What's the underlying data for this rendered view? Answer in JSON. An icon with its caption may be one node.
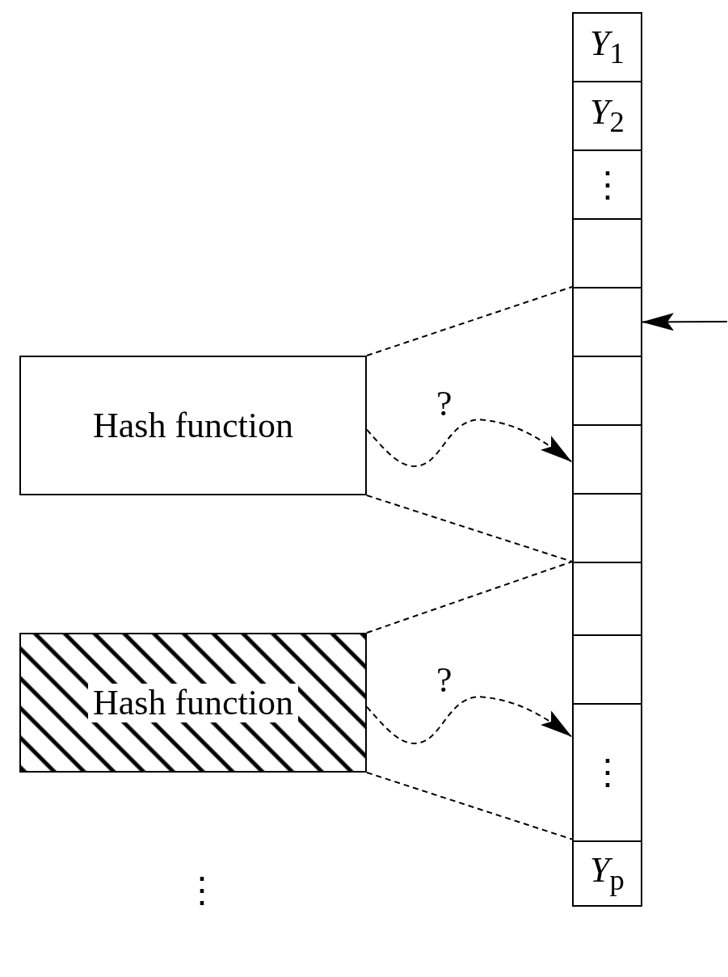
{
  "diagram": {
    "nodes": [
      {
        "text": [
          "*Y*$_{1}$"
        ]
      },
      {
        "text": [
          "*Y*$_{2}$"
        ]
      },
      {
        "text": [
          "⋮"
        ]
      },
      {
        "text": [],
        "shape": "box"
      },
      {
        "text": [],
        "shape": "box"
      },
      {
        "text": [],
        "shape": "box"
      },
      {
        "text": [],
        "shape": "box"
      },
      {
        "text": [],
        "shape": "box"
      },
      {
        "text": [],
        "shape": "box"
      },
      {
        "text": [],
        "shape": "box"
      },
      {
        "text": [
          "⋮"
        ]
      },
      {
        "text": [
          "*Y*$_{p}$"
        ]
      },
      {
        "text": [
          "Hash function"
        ]
      },
      {
        "text": [
          "Hash function"
        ]
      }
    ],
    "edges": [
      {
        "from": 12,
        "to": 4,
        "arrow": "none",
        "style": "dashed"
      },
      {
        "from": 12,
        "to": 6,
        "arrow": "to",
        "style": "dashed",
        "label": "?"
      },
      {
        "from": 12,
        "to": 8,
        "arrow": "none",
        "style": "dashed"
      },
      {
        "from": 13,
        "to": 8,
        "arrow": "none",
        "style": "dashed"
      },
      {
        "from": 13,
        "to": 10,
        "arrow": "to",
        "style": "dashed",
        "label": "?"
      },
      {
        "from": 13,
        "to": 10,
        "arrow": "none",
        "style": "dashed"
      },
      {
        "from": null,
        "to": 4,
        "arrow": "to"
      }
    ],
    "labels": [
      "⋮"
    ]
  }
}
